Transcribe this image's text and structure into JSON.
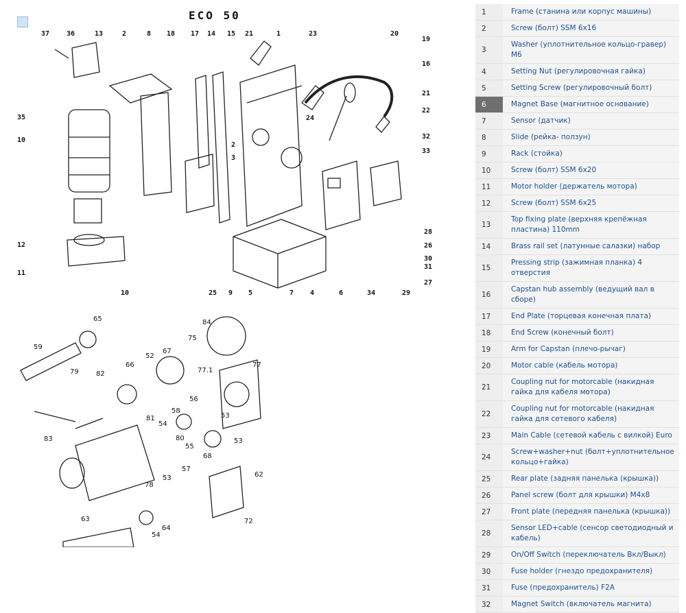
{
  "diagram": {
    "title": "ECO 50",
    "labels_top": [
      "37",
      "36",
      "13",
      "2",
      "8",
      "18",
      "17",
      "14",
      "15",
      "21",
      "1",
      "23",
      "20",
      "19",
      "16",
      "21",
      "22",
      "32",
      "33",
      "35",
      "10",
      "24",
      "2",
      "3",
      "12",
      "11",
      "10",
      "25",
      "9",
      "5",
      "7",
      "4",
      "6",
      "34",
      "29",
      "28",
      "26",
      "30",
      "31",
      "27"
    ],
    "labels_bottom": [
      "65",
      "84",
      "75",
      "59",
      "79",
      "82",
      "66",
      "52",
      "67",
      "77.1",
      "77",
      "81",
      "54",
      "58",
      "56",
      "53",
      "83",
      "80",
      "55",
      "53",
      "68",
      "57",
      "78",
      "53",
      "62",
      "72",
      "63",
      "54",
      "64"
    ]
  },
  "parts": [
    {
      "num": "1",
      "desc": "Frame (станина или корпус машины)"
    },
    {
      "num": "2",
      "desc": "Screw (болт) SSM 6x16"
    },
    {
      "num": "3",
      "desc": "Washer (уплотнительное кольцо-гравер) M6"
    },
    {
      "num": "4",
      "desc": "Setting Nut (регулировочная гайка)"
    },
    {
      "num": "5",
      "desc": "Setting Screw (регулировочный болт)"
    },
    {
      "num": "6",
      "desc": "Magnet Base (магнитное основание)"
    },
    {
      "num": "7",
      "desc": "Sensor (датчик)"
    },
    {
      "num": "8",
      "desc": "Slide (рейка- ползун)"
    },
    {
      "num": "9",
      "desc": "Rack (стойка)"
    },
    {
      "num": "10",
      "desc": "Screw (болт) SSM 6x20"
    },
    {
      "num": "11",
      "desc": "Motor holder (держатель мотора)"
    },
    {
      "num": "12",
      "desc": "Screw (болт) SSM 6x25"
    },
    {
      "num": "13",
      "desc": "Top fixing plate (верхняя крепёжная пластина) 110mm"
    },
    {
      "num": "14",
      "desc": "Brass rail set (латунные салазки) набор"
    },
    {
      "num": "15",
      "desc": "Pressing strip (зажимная планка) 4 отверстия"
    },
    {
      "num": "16",
      "desc": "Capstan hub assembly (ведущий вал в сборе)"
    },
    {
      "num": "17",
      "desc": "End Plate (торцевая конечная плата)"
    },
    {
      "num": "18",
      "desc": "End Screw (конечный болт)"
    },
    {
      "num": "19",
      "desc": "Arm for Capstan (плечо-рычаг)"
    },
    {
      "num": "20",
      "desc": "Motor cable (кабель мотора)"
    },
    {
      "num": "21",
      "desc": "Coupling nut for motorcable (накидная гайка для кабеля мотора)"
    },
    {
      "num": "22",
      "desc": "Coupling nut for motorcable (накидная гайка для сетевого кабеля)"
    },
    {
      "num": "23",
      "desc": "Main Cable (сетевой кабель с вилкой) Euro"
    },
    {
      "num": "24",
      "desc": "Screw+washer+nut (болт+уплотнительное кольцо+гайка)"
    },
    {
      "num": "25",
      "desc": "Rear plate (задняя панелька (крышка))"
    },
    {
      "num": "26",
      "desc": "Panel screw (болт для крышки) M4x8"
    },
    {
      "num": "27",
      "desc": "Front plate (передняя панелька (крышка))"
    },
    {
      "num": "28",
      "desc": "Sensor LED+cable (сенсор светодиодный и кабель)"
    },
    {
      "num": "29",
      "desc": "On/Off Switch (переключатель Вкл/Выкл)"
    },
    {
      "num": "30",
      "desc": "Fuse holder (гнездо предохранителя)"
    },
    {
      "num": "31",
      "desc": "Fuse (предохранитель) F2A"
    },
    {
      "num": "32",
      "desc": "Magnet Switch (включатель магнита)"
    }
  ],
  "active_part": "6"
}
